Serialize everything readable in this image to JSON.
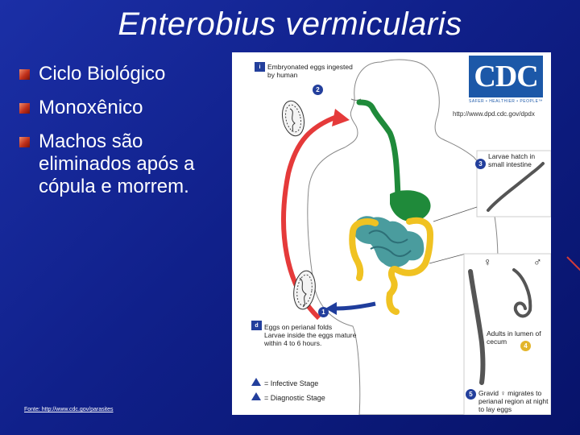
{
  "slide": {
    "title": "Enterobius vermicularis",
    "bullets": [
      "Ciclo Biológico",
      "Monoxênico",
      "Machos são eliminados após a cópula e morrem."
    ],
    "source": "Fonte: http://www.cdc.gov/parasites"
  },
  "diagram": {
    "cdc_logo": "CDC",
    "cdc_tagline": "SAFER • HEALTHIER • PEOPLE™",
    "cdc_url": "http://www.dpd.cdc.gov/dpdx",
    "labels": {
      "eggs_ingested": "Embryonated eggs ingested by human",
      "larvae_hatch": "Larvae hatch in small intestine",
      "perianal": "Eggs on perianal folds",
      "larvae_inside": "Larvae inside the eggs mature within 4 to 6 hours.",
      "adults": "Adults in lumen of cecum",
      "gravid": "Gravid ♀ migrates to perianal region at night to lay eggs"
    },
    "steps": {
      "s1": "1",
      "s2": "2",
      "s3": "3",
      "s4": "4",
      "s5": "5",
      "i": "i",
      "d": "d"
    },
    "legend": {
      "infective": "= Infective Stage",
      "diagnostic": "= Diagnostic Stage"
    },
    "female_symbol": "♀",
    "male_symbol": "♂"
  }
}
